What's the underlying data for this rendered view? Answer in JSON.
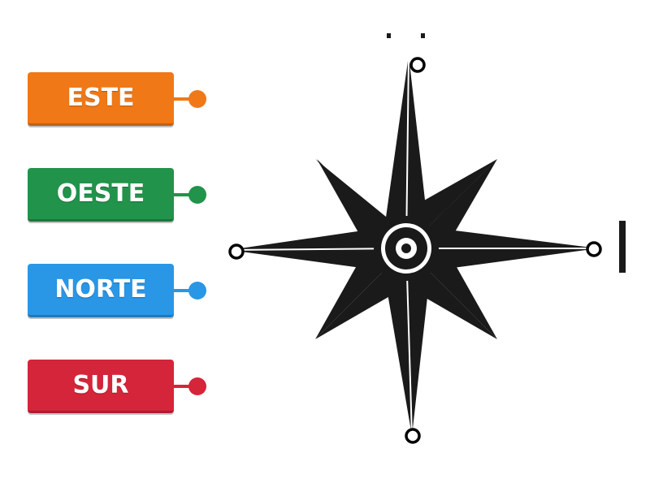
{
  "labels": [
    {
      "text": "ESTE",
      "color": "#f07816",
      "name": "este"
    },
    {
      "text": "OESTE",
      "color": "#22934a",
      "name": "oeste"
    },
    {
      "text": "NORTE",
      "color": "#2a96e6",
      "name": "norte"
    },
    {
      "text": "SUR",
      "color": "#d5253a",
      "name": "sur"
    }
  ],
  "compass": {
    "ink_color": "#1a1a1a",
    "targets": [
      "top",
      "left",
      "right",
      "bottom"
    ]
  }
}
